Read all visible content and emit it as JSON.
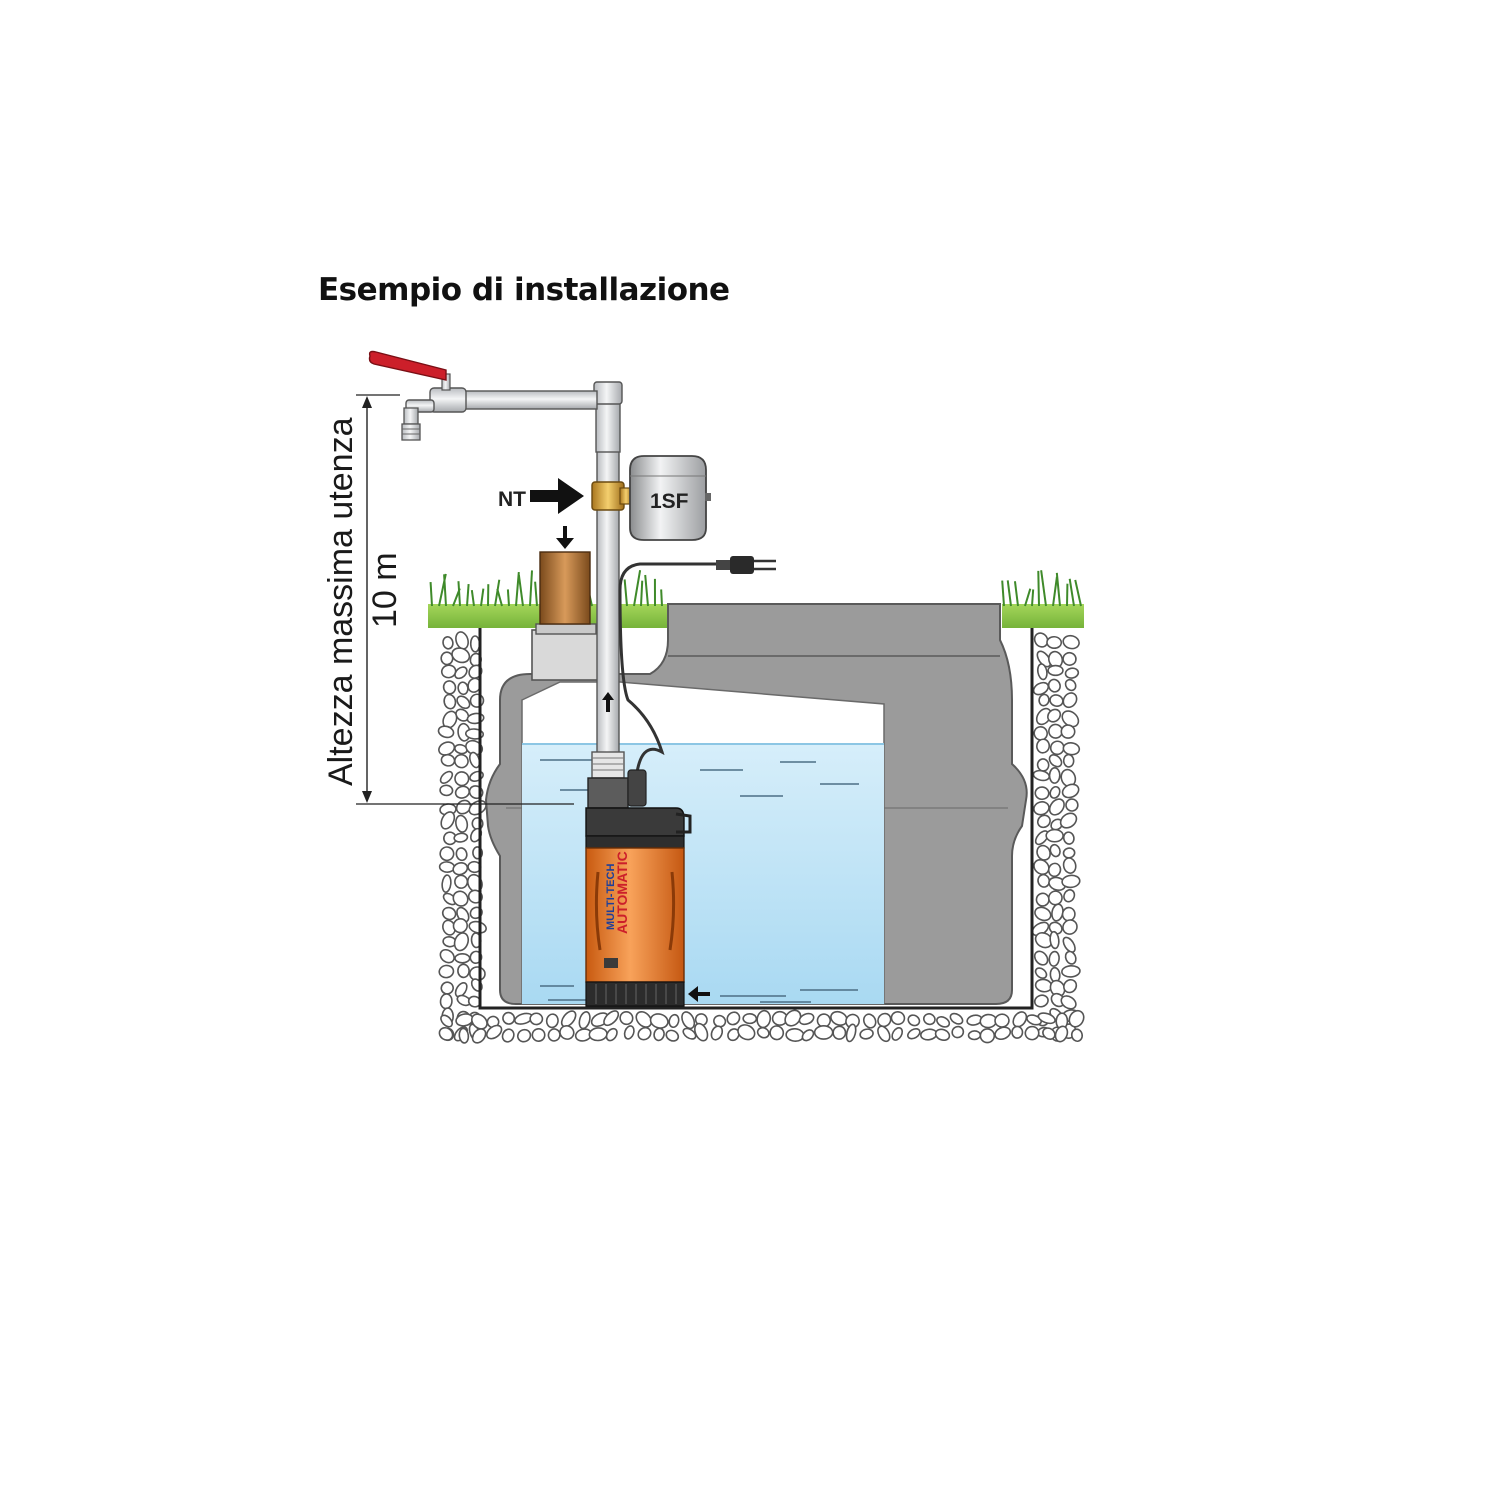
{
  "title": "Esempio di installazione",
  "labels": {
    "nt": "NT",
    "tank": "1SF",
    "height_caption": "Altezza massima utenza",
    "height_value": "10 m",
    "brand_line1": "MULTI-TECH",
    "brand_line2": "AUTOMATIC"
  },
  "colors": {
    "grass": "#8cc63f",
    "tank_gray": "#9a9a9a",
    "pump_orange": "#f07e26",
    "tap_handle": "#cc1f2a",
    "brass": "#d9a441",
    "water": "#bfe3f5"
  }
}
